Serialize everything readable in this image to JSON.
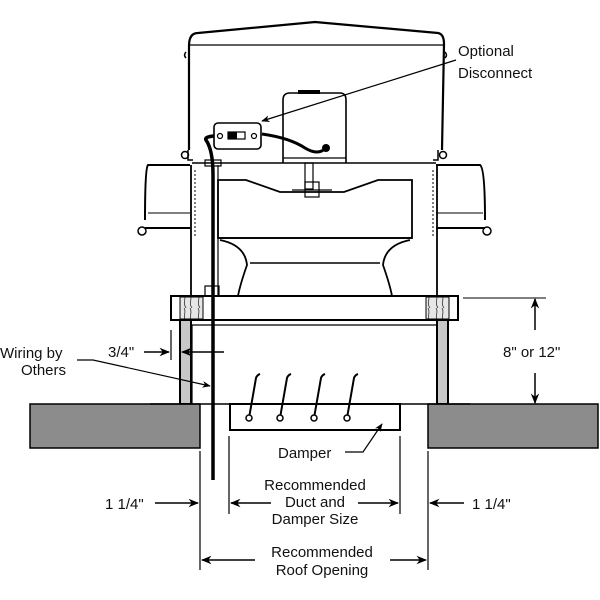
{
  "diagram": {
    "subject": "Roof-mounted exhaust fan on curb installation",
    "colors": {
      "line": "#000000",
      "roof_deck": "#8c8c8c",
      "curb_post": "#c8c8c8",
      "background": "#ffffff"
    },
    "labels": {
      "optional_disconnect_line1": "Optional",
      "optional_disconnect_line2": "Disconnect",
      "wiring_line1": "Wiring by",
      "wiring_line2": "Others",
      "three_quarter": "3/4\"",
      "height": "8\" or 12\"",
      "damper": "Damper",
      "left_offset": "1 1/4\"",
      "right_offset": "1 1/4\"",
      "duct_line1": "Recommended",
      "duct_line2": "Duct and",
      "duct_line3": "Damper Size",
      "roof_line1": "Recommended",
      "roof_line2": "Roof Opening"
    }
  }
}
